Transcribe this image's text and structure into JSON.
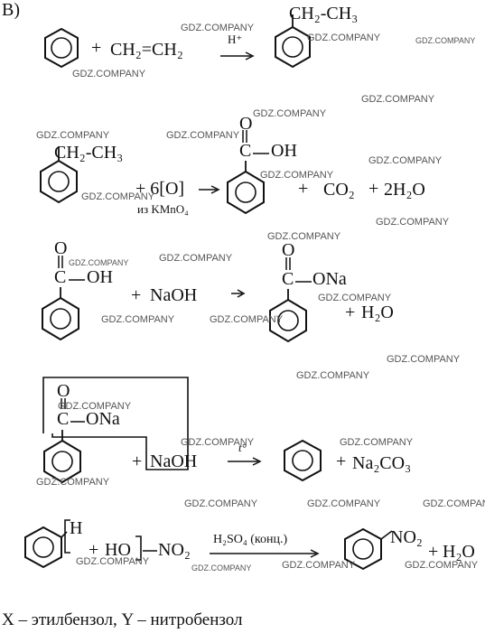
{
  "section_label": "В)",
  "watermark": "GDZ.COMPANY",
  "r1": {
    "plus": "+",
    "reagent": "CH₂=CH₂",
    "catalyst": "H⁺",
    "product_chain": "CH₂-CH₃"
  },
  "r2": {
    "reactant_chain": "CH₂-CH₃",
    "oxidant": "+ 6[O]",
    "oxidant_source": "из KMnO₄",
    "carboxyl_c": "C",
    "carboxyl_oh": "OH",
    "carboxyl_o": "O",
    "plus1": "+",
    "co2": "CO₂",
    "plus2": "+",
    "water": "2H₂O"
  },
  "r3": {
    "o": "O",
    "c": "C",
    "oh": "OH",
    "plus1": "+",
    "naoh": "NaOH",
    "p_o": "O",
    "p_c": "C",
    "ona": "ONa",
    "plus2": "+",
    "water": "H₂O"
  },
  "r4": {
    "o": "O",
    "c": "C",
    "ona": "ONa",
    "plus1": "+",
    "naoh": "NaOH",
    "condition": "t°",
    "plus2": "+",
    "na2co3": "Na₂CO₃"
  },
  "r5": {
    "h": "H",
    "plus1": "+",
    "ho": "HO",
    "no2": "NO₂",
    "catalyst": "H₂SO₄ (конц.)",
    "p_no2": "NO₂",
    "plus2": "+",
    "water": "H₂O"
  },
  "answer": "X – этилбензол, Y – нитробензол"
}
